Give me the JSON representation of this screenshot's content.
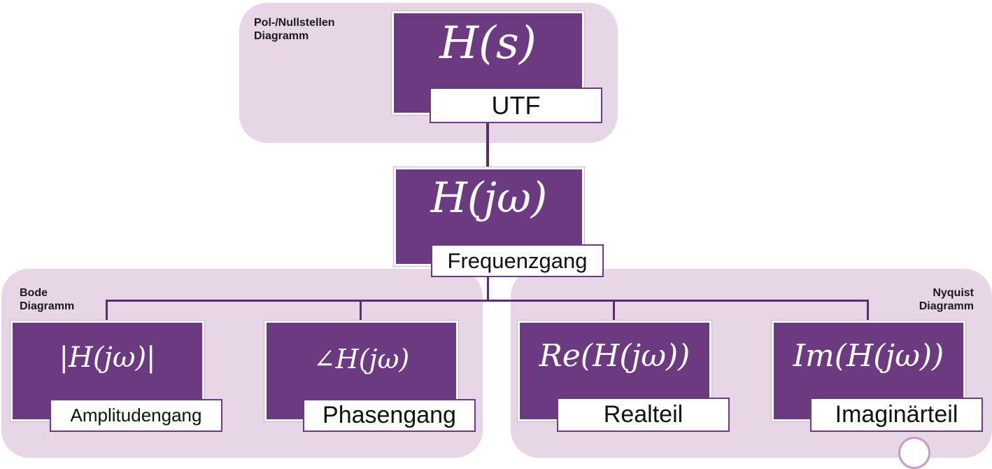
{
  "groups": {
    "pn": "Pol-/Nullstellen\nDiagramm",
    "bode": "Bode\nDiagramm",
    "nyquist": "Nyquist\nDiagramm"
  },
  "top": {
    "formula": "H(s)",
    "tag": "UTF"
  },
  "mid": {
    "formula": "H(jω)",
    "tag": "Frequenzgang"
  },
  "leaves": {
    "amp": {
      "formula": "|H(jω)|",
      "tag": "Amplitudengang"
    },
    "phase": {
      "formula": "∠H(jω)",
      "tag": "Phasengang"
    },
    "re": {
      "formula": "Re(H(jω))",
      "tag": "Realteil"
    },
    "im": {
      "formula": "Im(H(jω))",
      "tag": "Imaginärteil"
    }
  },
  "colors": {
    "box": "#6b3a80",
    "group": "#e6d6e6",
    "line": "#5a2d6e"
  }
}
